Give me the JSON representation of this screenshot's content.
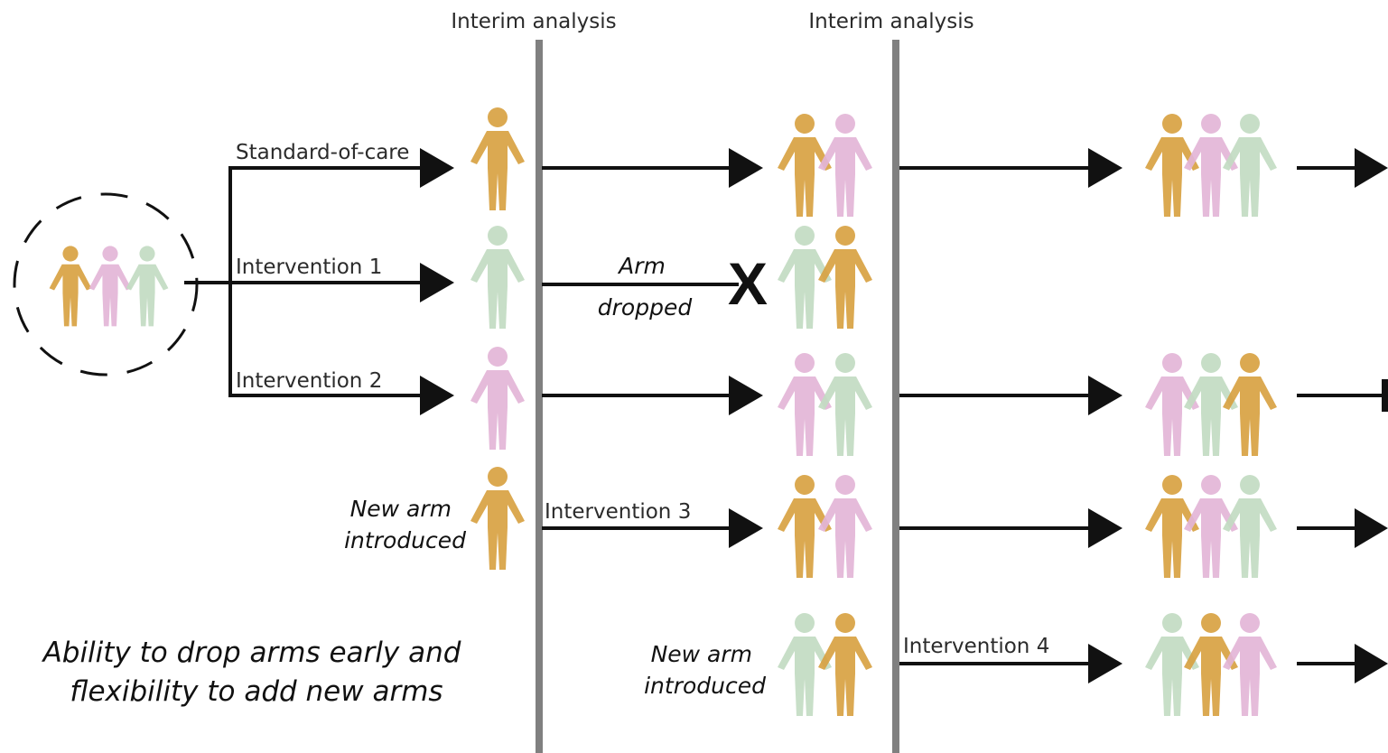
{
  "colors": {
    "orange": "#d8a243",
    "pink": "#e3b6d7",
    "green": "#c3dcc3",
    "interim_line": "#808080",
    "arrow": "#111111"
  },
  "header": {
    "interim_1": "Interim analysis",
    "interim_2": "Interim analysis"
  },
  "arms": {
    "standard_of_care": "Standard-of-care",
    "intervention_1": "Intervention 1",
    "intervention_2": "Intervention 2",
    "intervention_3": "Intervention 3",
    "intervention_4": "Intervention 4"
  },
  "annotations": {
    "arm_dropped_line1": "Arm",
    "arm_dropped_line2": "dropped",
    "drop_mark": "X",
    "new_arm_1_line1": "New arm",
    "new_arm_1_line2": "introduced",
    "new_arm_2_line1": "New arm",
    "new_arm_2_line2": "introduced"
  },
  "caption": {
    "line1": "Ability to drop arms early and",
    "line2": "flexibility to add new arms"
  },
  "icons": {
    "person": "person-icon",
    "arrow": "arrowhead-icon",
    "stop": "stop-bar-icon"
  }
}
